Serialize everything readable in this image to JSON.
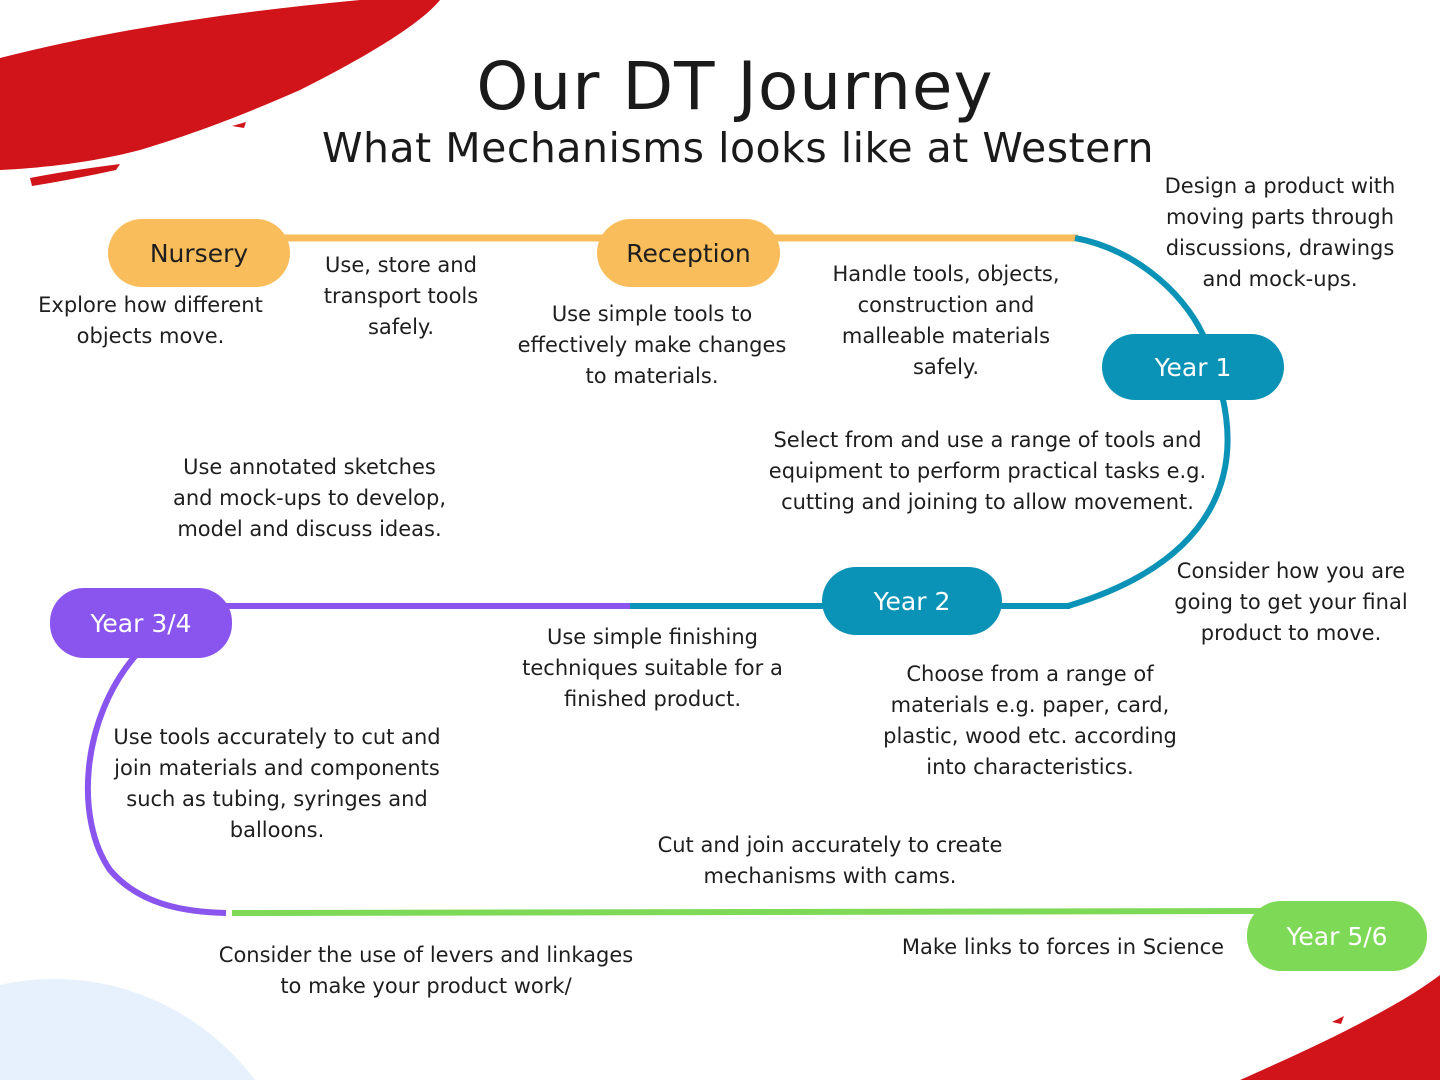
{
  "header": {
    "title": "Our DT Journey",
    "subtitle": "What  Mechanisms looks like at Western"
  },
  "colors": {
    "nursery_reception": "#f9bd5b",
    "year1_year2": "#0a93b6",
    "year3_4": "#8a55ee",
    "year5_6": "#7ed957",
    "accent_red": "#d0141a",
    "accent_blue": "#e6f1fd"
  },
  "stages": {
    "nursery": "Nursery",
    "reception": "Reception",
    "year1": "Year 1",
    "year2": "Year 2",
    "year3_4": "Year 3/4",
    "year5_6": "Year 5/6"
  },
  "notes": {
    "nursery_explore": "Explore how different objects move.",
    "nursery_tools": "Use, store and transport  tools safely.",
    "reception_tools": "Use simple tools to effectively make changes to materials.",
    "reception_handle": "Handle tools, objects, construction and malleable materials safely.",
    "year1_design": "Design a product with moving parts through discussions, drawings and mock-ups.",
    "year1_select": "Select from and use a range of tools and equipment to perform practical tasks e.g. cutting and joining to allow movement.",
    "year2_consider": "Consider how you are going to get your final product to move.",
    "year2_finishing": "Use simple finishing techniques suitable for a finished product.",
    "year2_materials": "Choose from a range of materials e.g. paper, card, plastic, wood etc. according into characteristics.",
    "year34_sketches": "Use annotated sketches and mock-ups to develop, model and discuss ideas.",
    "year34_tools": "Use tools accurately to cut and join materials and components such as tubing, syringes and balloons.",
    "year56_cams": "Cut and join accurately to create mechanisms with cams.",
    "year56_levers": "Consider the use of levers and linkages to make your product work/",
    "year56_forces": "Make links to forces in Science"
  }
}
